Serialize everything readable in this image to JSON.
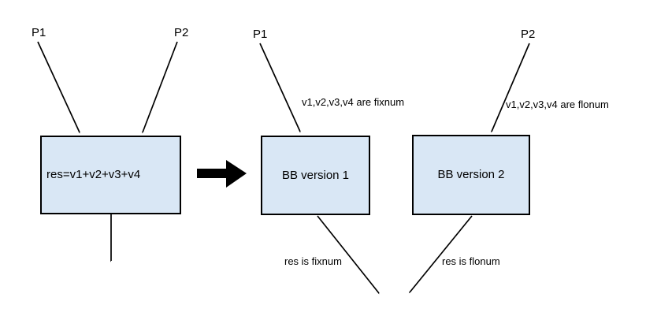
{
  "colors": {
    "background": "#ffffff",
    "box_fill": "#d9e7f5",
    "box_border": "#000000",
    "line": "#000000"
  },
  "left_section": {
    "p1_label": "P1",
    "p2_label": "P2",
    "box_label": "res=v1+v2+v3+v4"
  },
  "middle_section": {
    "p1_label": "P1",
    "annotation": "v1,v2,v3,v4 are fixnum",
    "box_label": "BB version 1",
    "result_label": "res is fixnum"
  },
  "right_section": {
    "p2_label": "P2",
    "annotation": "v1,v2,v3,v4 are flonum",
    "box_label": "BB version 2",
    "result_label": "res is flonum"
  }
}
